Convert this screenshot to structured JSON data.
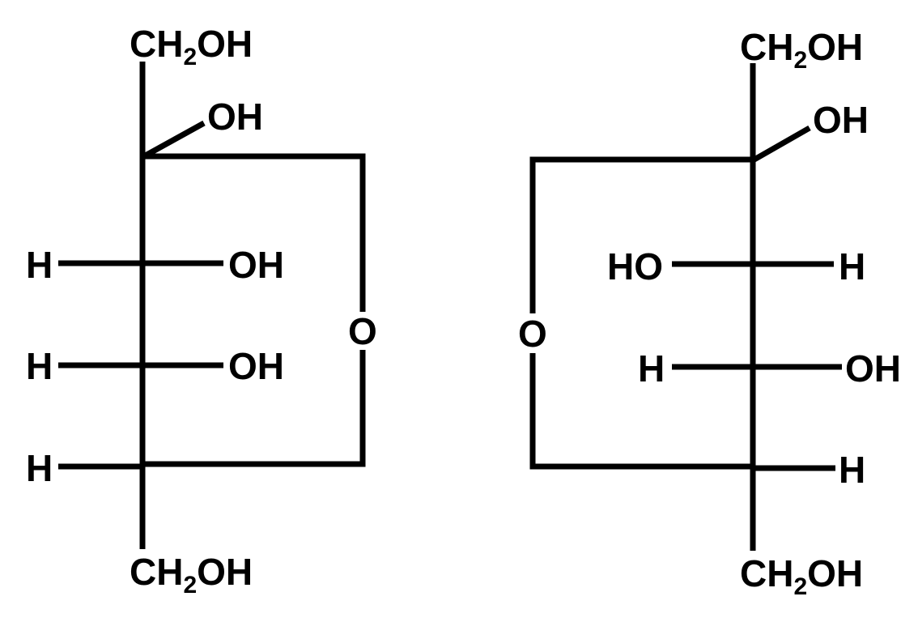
{
  "structures": [
    {
      "id": "left",
      "labels": {
        "top_group_main": "CH",
        "top_group_sub": "2",
        "top_group_end": "OH",
        "anomeric_oh": "OH",
        "row1_left": "H",
        "row1_right": "OH",
        "row2_left": "H",
        "row2_right": "OH",
        "row3_left": "H",
        "ring_oxygen": "O",
        "bottom_group_main": "CH",
        "bottom_group_sub": "2",
        "bottom_group_end": "OH"
      }
    },
    {
      "id": "right",
      "labels": {
        "top_group_main": "CH",
        "top_group_sub": "2",
        "top_group_end": "OH",
        "anomeric_oh": "OH",
        "row1_left": "HO",
        "row1_right": "H",
        "row2_left": "H",
        "row2_right": "OH",
        "row3_right": "H",
        "ring_oxygen": "O",
        "bottom_group_main": "CH",
        "bottom_group_sub": "2",
        "bottom_group_end": "OH"
      }
    }
  ],
  "colors": {
    "ink": "#000000",
    "background": "#ffffff"
  }
}
